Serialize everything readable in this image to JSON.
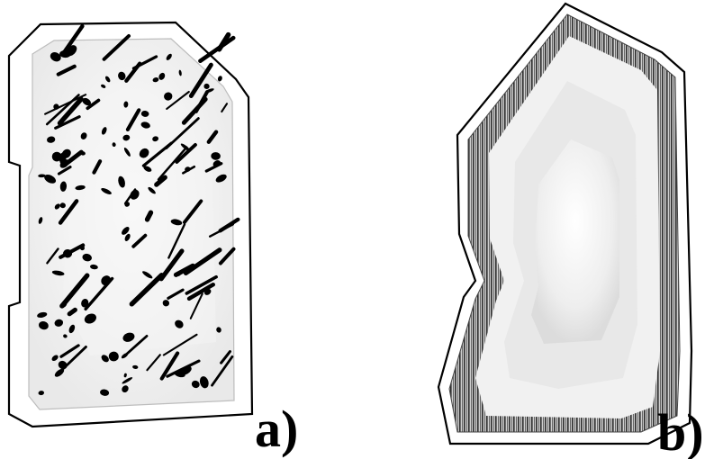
{
  "panels": [
    {
      "id": "a",
      "label": "a)"
    },
    {
      "id": "b",
      "label": "b)"
    }
  ],
  "colors": {
    "outline": "#000000",
    "inner_fill_light": "#fafafa",
    "inner_fill_mid": "#e6e6e6",
    "specks": "#000000",
    "hatch": "#3a3a3a"
  }
}
